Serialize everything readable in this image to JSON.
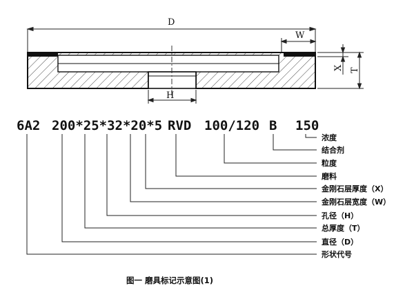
{
  "drawing": {
    "dim_D": "D",
    "dim_W": "W",
    "dim_X": "X",
    "dim_T": "T",
    "dim_H": "H"
  },
  "code": {
    "segments": [
      "6A2",
      "200*25*32*20*5",
      "RVD",
      "100/120",
      "B",
      "150"
    ]
  },
  "labels": [
    "浓度",
    "结合剂",
    "粒度",
    "磨料",
    "金刚石层厚度（X）",
    "金刚石层宽度（W）",
    "孔径（H）",
    "总厚度（T）",
    "直径（D）",
    "形状代号"
  ],
  "caption": "图一 磨具标记示意图(1)"
}
